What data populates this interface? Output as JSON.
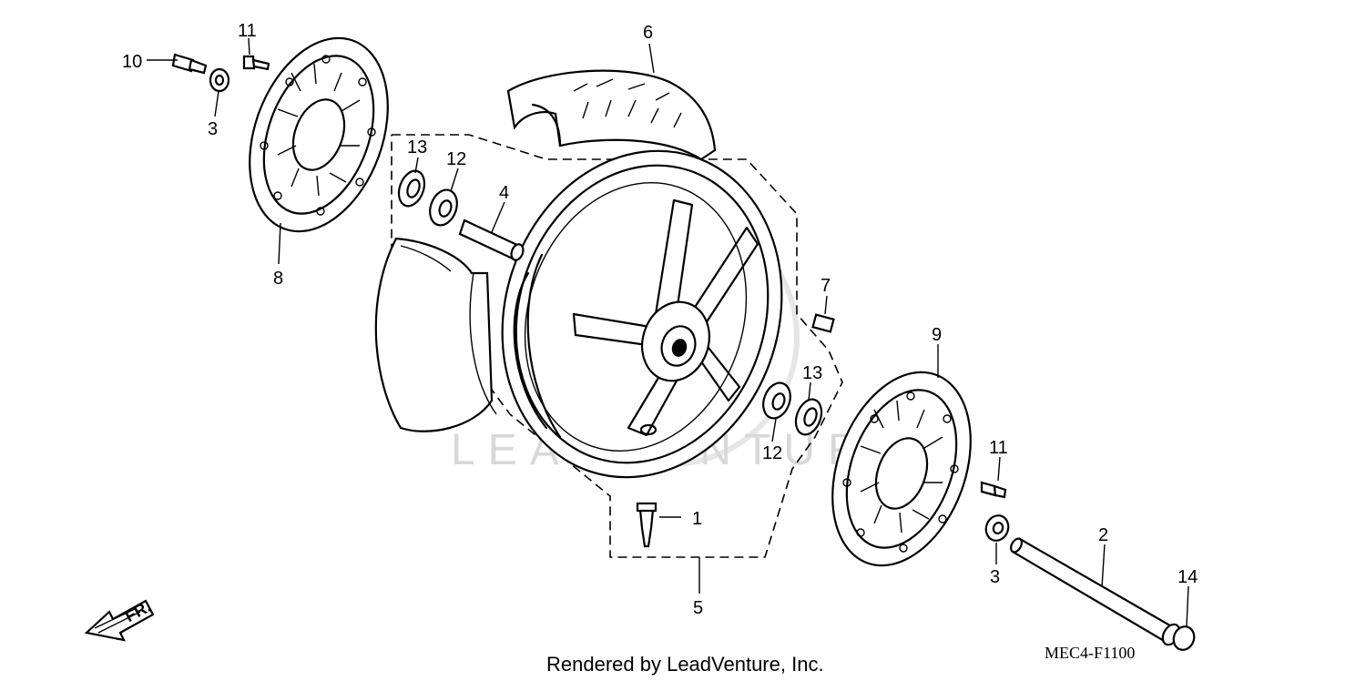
{
  "diagram": {
    "callouts": [
      {
        "id": "c1",
        "label": "1"
      },
      {
        "id": "c2",
        "label": "2"
      },
      {
        "id": "c3a",
        "label": "3"
      },
      {
        "id": "c3b",
        "label": "3"
      },
      {
        "id": "c4",
        "label": "4"
      },
      {
        "id": "c5",
        "label": "5"
      },
      {
        "id": "c6",
        "label": "6"
      },
      {
        "id": "c7",
        "label": "7"
      },
      {
        "id": "c8",
        "label": "8"
      },
      {
        "id": "c9",
        "label": "9"
      },
      {
        "id": "c10",
        "label": "10"
      },
      {
        "id": "c11a",
        "label": "11"
      },
      {
        "id": "c11b",
        "label": "11"
      },
      {
        "id": "c12a",
        "label": "12"
      },
      {
        "id": "c12b",
        "label": "12"
      },
      {
        "id": "c13a",
        "label": "13"
      },
      {
        "id": "c13b",
        "label": "13"
      },
      {
        "id": "c14",
        "label": "14"
      }
    ],
    "direction_label": "FR.",
    "diagram_code": "MEC4-F1100",
    "footer": "Rendered by LeadVenture, Inc.",
    "watermark_text": "LEADVENTURE"
  }
}
